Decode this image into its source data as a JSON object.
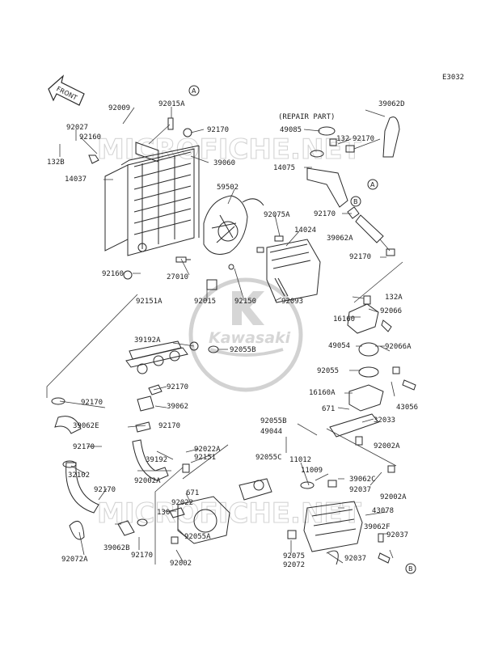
{
  "diagram": {
    "code": "E3032",
    "front_label": "FRONT",
    "repair_part": "(REPAIR PART)",
    "watermark": "MICROFICHE.NET",
    "logo_text": "Kawasaki",
    "markers": [
      "A",
      "B"
    ],
    "labels": [
      {
        "id": "l1",
        "text": "92009"
      },
      {
        "id": "l2",
        "text": "92015A"
      },
      {
        "id": "l3",
        "text": "92170"
      },
      {
        "id": "l4",
        "text": "39062D"
      },
      {
        "id": "l5",
        "text": "92027"
      },
      {
        "id": "l6",
        "text": "92160"
      },
      {
        "id": "l7",
        "text": "132B"
      },
      {
        "id": "l8",
        "text": "39060"
      },
      {
        "id": "l9",
        "text": "49085"
      },
      {
        "id": "l10",
        "text": "132"
      },
      {
        "id": "l11",
        "text": "92170"
      },
      {
        "id": "l12",
        "text": "14075"
      },
      {
        "id": "l13",
        "text": "14037"
      },
      {
        "id": "l14",
        "text": "59502"
      },
      {
        "id": "l15",
        "text": "92075A"
      },
      {
        "id": "l16",
        "text": "92170"
      },
      {
        "id": "l17",
        "text": "14024"
      },
      {
        "id": "l18",
        "text": "39062A"
      },
      {
        "id": "l19",
        "text": "92160"
      },
      {
        "id": "l20",
        "text": "27010"
      },
      {
        "id": "l21",
        "text": "92170"
      },
      {
        "id": "l22",
        "text": "92151A"
      },
      {
        "id": "l23",
        "text": "92015"
      },
      {
        "id": "l24",
        "text": "92150"
      },
      {
        "id": "l25",
        "text": "92093"
      },
      {
        "id": "l26",
        "text": "132A"
      },
      {
        "id": "l27",
        "text": "16160"
      },
      {
        "id": "l28",
        "text": "92066"
      },
      {
        "id": "l29",
        "text": "39192A"
      },
      {
        "id": "l30",
        "text": "92055B"
      },
      {
        "id": "l31",
        "text": "49054"
      },
      {
        "id": "l32",
        "text": "92066A"
      },
      {
        "id": "l33",
        "text": "92170"
      },
      {
        "id": "l34",
        "text": "92055"
      },
      {
        "id": "l35",
        "text": "39062"
      },
      {
        "id": "l36",
        "text": "16160A"
      },
      {
        "id": "l37",
        "text": "92170"
      },
      {
        "id": "l38",
        "text": "43056"
      },
      {
        "id": "l39",
        "text": "671"
      },
      {
        "id": "l40",
        "text": "92055B"
      },
      {
        "id": "l41",
        "text": "32033"
      },
      {
        "id": "l42",
        "text": "39062E"
      },
      {
        "id": "l43",
        "text": "92170"
      },
      {
        "id": "l44",
        "text": "49044"
      },
      {
        "id": "l45",
        "text": "92002A"
      },
      {
        "id": "l46",
        "text": "92170"
      },
      {
        "id": "l47",
        "text": "92022A"
      },
      {
        "id": "l48",
        "text": "11012"
      },
      {
        "id": "l49",
        "text": "39192"
      },
      {
        "id": "l50",
        "text": "92151"
      },
      {
        "id": "l51",
        "text": "92055C"
      },
      {
        "id": "l52",
        "text": "11009"
      },
      {
        "id": "l53",
        "text": "32102"
      },
      {
        "id": "l54",
        "text": "39062C"
      },
      {
        "id": "l55",
        "text": "92002A"
      },
      {
        "id": "l56",
        "text": "92037"
      },
      {
        "id": "l57",
        "text": "92170"
      },
      {
        "id": "l58",
        "text": "671"
      },
      {
        "id": "l59",
        "text": "92002A"
      },
      {
        "id": "l60",
        "text": "92022"
      },
      {
        "id": "l61",
        "text": "43078"
      },
      {
        "id": "l62",
        "text": "130"
      },
      {
        "id": "l63",
        "text": "39062F"
      },
      {
        "id": "l64",
        "text": "39062B"
      },
      {
        "id": "l65",
        "text": "92055A"
      },
      {
        "id": "l66",
        "text": "92037"
      },
      {
        "id": "l67",
        "text": "92072A"
      },
      {
        "id": "l68",
        "text": "92170"
      },
      {
        "id": "l69",
        "text": "92075"
      },
      {
        "id": "l70",
        "text": "92002"
      },
      {
        "id": "l71",
        "text": "92072"
      },
      {
        "id": "l72",
        "text": "92037"
      }
    ]
  }
}
